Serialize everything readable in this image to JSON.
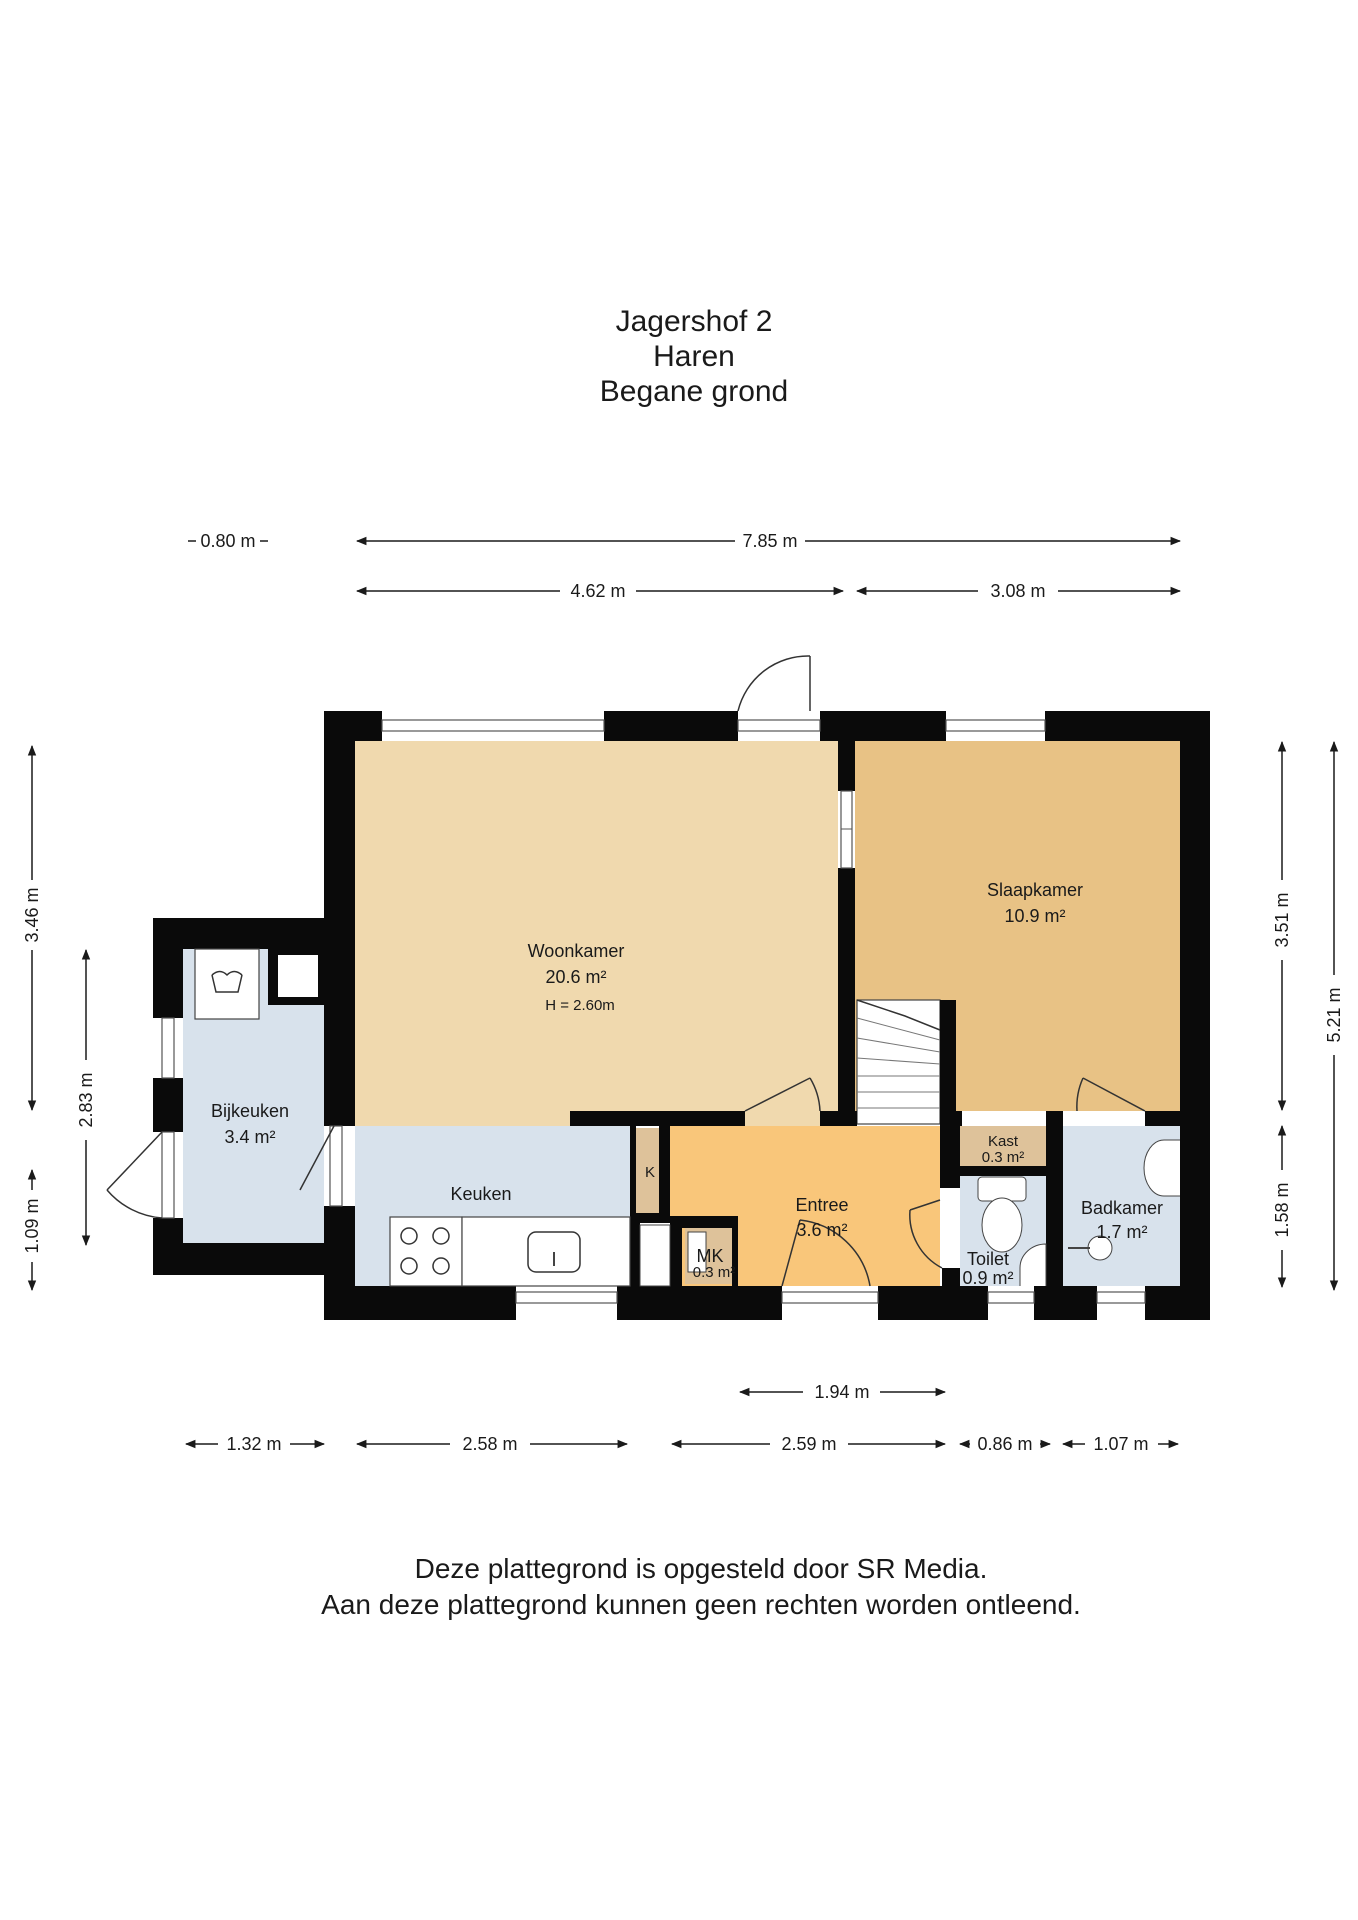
{
  "header": {
    "address": "Jagershof 2",
    "city": "Haren",
    "floor": "Begane grond"
  },
  "rooms": {
    "woonkamer": {
      "name": "Woonkamer",
      "area": "20.6 m²",
      "height": "H = 2.60m"
    },
    "slaapkamer": {
      "name": "Slaapkamer",
      "area": "10.9 m²"
    },
    "bijkeuken": {
      "name": "Bijkeuken",
      "area": "3.4 m²"
    },
    "keuken": {
      "name": "Keuken"
    },
    "entree": {
      "name": "Entree",
      "area": "3.6 m²"
    },
    "kast": {
      "name": "Kast",
      "area": "0.3 m²"
    },
    "badkamer": {
      "name": "Badkamer",
      "area": "1.7 m²"
    },
    "toilet": {
      "name": "Toilet",
      "area": "0.9 m²"
    },
    "mk": {
      "name": "MK",
      "area": "0.3 m²"
    },
    "k": {
      "name": "K"
    }
  },
  "dimensions": {
    "top_left": "0.80 m",
    "top_total": "7.85 m",
    "top_a": "4.62 m",
    "top_b": "3.08 m",
    "left_outer": "3.46 m",
    "left_inner": "2.83 m",
    "left_bottom": "1.09 m",
    "right_a": "3.51 m",
    "right_b": "1.58 m",
    "right_total": "5.21 m",
    "bottom_entree": "1.94 m",
    "bottom_1": "1.32 m",
    "bottom_2": "2.58 m",
    "bottom_3": "2.59 m",
    "bottom_4": "0.86 m",
    "bottom_5": "1.07 m"
  },
  "footer": {
    "line1": "Deze plattegrond is opgesteld door SR Media.",
    "line2": "Aan deze plattegrond kunnen geen rechten worden ontleend."
  },
  "colors": {
    "woonkamer": "#f0d9ae",
    "slaapkamer": "#e8c285",
    "blue_rooms": "#d8e2ec",
    "entree": "#f9c67a",
    "kast": "#dec29a",
    "wall": "#0a0a0a"
  }
}
